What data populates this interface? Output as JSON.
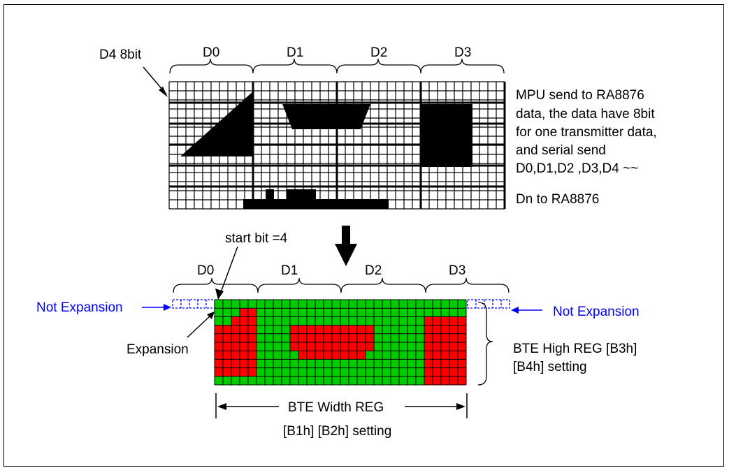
{
  "top": {
    "d4_label": "D4 8bit",
    "byte_labels": [
      "D0",
      "D1",
      "D2",
      "D3"
    ],
    "description_lines": [
      "MPU send to  RA8876",
      "data, the data have 8bit",
      "for one transmitter data,",
      "and serial send",
      "D0,D1,D2 ,D3,D4 ~~",
      "Dn to  RA8876"
    ]
  },
  "bottom": {
    "start_bit_label": "start bit =4",
    "byte_labels": [
      "D0",
      "D1",
      "D2",
      "D3"
    ],
    "not_expansion_left": "Not Expansion",
    "not_expansion_right": "Not Expansion",
    "expansion_label": "Expansion",
    "height_reg_lines": [
      "BTE High REG [B3h]",
      "[B4h]  setting"
    ],
    "width_reg_lines": [
      "BTE Width REG",
      "[B1h] [B2h] setting"
    ]
  },
  "colors": {
    "on_pixel": "#000000",
    "expanded_fg": "#ff0000",
    "expanded_bg": "#00cc00",
    "annotation_blue": "#0000ff"
  }
}
